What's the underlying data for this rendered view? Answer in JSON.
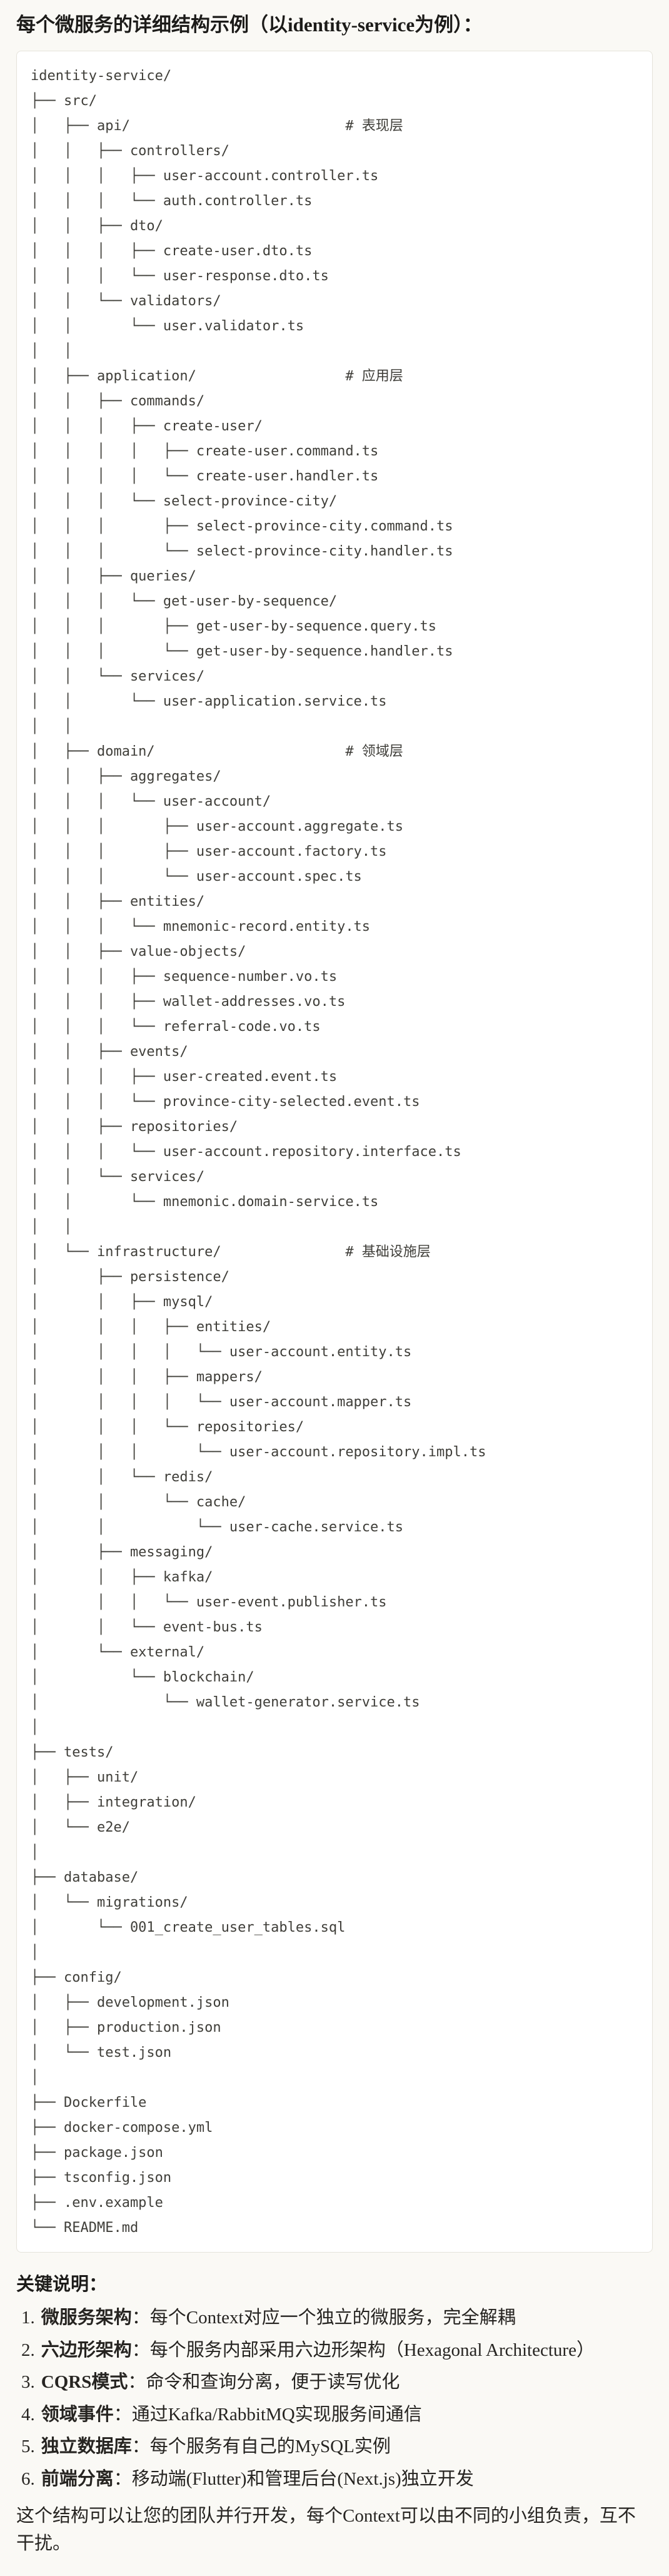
{
  "theme": {
    "page_bg": "#FAF9F5",
    "code_bg": "#FFFFFF",
    "code_border": "#E5E3DB",
    "body_text": "#262421",
    "code_text": "#3F3E39"
  },
  "title": "每个微服务的详细结构示例（以identity-service为例）：",
  "code_block": {
    "lines": [
      "identity-service/",
      "├── src/",
      "│   ├── api/                          # 表现层",
      "│   │   ├── controllers/",
      "│   │   │   ├── user-account.controller.ts",
      "│   │   │   └── auth.controller.ts",
      "│   │   ├── dto/",
      "│   │   │   ├── create-user.dto.ts",
      "│   │   │   └── user-response.dto.ts",
      "│   │   └── validators/",
      "│   │       └── user.validator.ts",
      "│   │",
      "│   ├── application/                  # 应用层",
      "│   │   ├── commands/",
      "│   │   │   ├── create-user/",
      "│   │   │   │   ├── create-user.command.ts",
      "│   │   │   │   └── create-user.handler.ts",
      "│   │   │   └── select-province-city/",
      "│   │   │       ├── select-province-city.command.ts",
      "│   │   │       └── select-province-city.handler.ts",
      "│   │   ├── queries/",
      "│   │   │   └── get-user-by-sequence/",
      "│   │   │       ├── get-user-by-sequence.query.ts",
      "│   │   │       └── get-user-by-sequence.handler.ts",
      "│   │   └── services/",
      "│   │       └── user-application.service.ts",
      "│   │",
      "│   ├── domain/                       # 领域层",
      "│   │   ├── aggregates/",
      "│   │   │   └── user-account/",
      "│   │   │       ├── user-account.aggregate.ts",
      "│   │   │       ├── user-account.factory.ts",
      "│   │   │       └── user-account.spec.ts",
      "│   │   ├── entities/",
      "│   │   │   └── mnemonic-record.entity.ts",
      "│   │   ├── value-objects/",
      "│   │   │   ├── sequence-number.vo.ts",
      "│   │   │   ├── wallet-addresses.vo.ts",
      "│   │   │   └── referral-code.vo.ts",
      "│   │   ├── events/",
      "│   │   │   ├── user-created.event.ts",
      "│   │   │   └── province-city-selected.event.ts",
      "│   │   ├── repositories/",
      "│   │   │   └── user-account.repository.interface.ts",
      "│   │   └── services/",
      "│   │       └── mnemonic.domain-service.ts",
      "│   │",
      "│   └── infrastructure/               # 基础设施层",
      "│       ├── persistence/",
      "│       │   ├── mysql/",
      "│       │   │   ├── entities/",
      "│       │   │   │   └── user-account.entity.ts",
      "│       │   │   ├── mappers/",
      "│       │   │   │   └── user-account.mapper.ts",
      "│       │   │   └── repositories/",
      "│       │   │       └── user-account.repository.impl.ts",
      "│       │   └── redis/",
      "│       │       └── cache/",
      "│       │           └── user-cache.service.ts",
      "│       ├── messaging/",
      "│       │   ├── kafka/",
      "│       │   │   └── user-event.publisher.ts",
      "│       │   └── event-bus.ts",
      "│       └── external/",
      "│           └── blockchain/",
      "│               └── wallet-generator.service.ts",
      "│",
      "├── tests/",
      "│   ├── unit/",
      "│   ├── integration/",
      "│   └── e2e/",
      "│",
      "├── database/",
      "│   └── migrations/",
      "│       └── 001_create_user_tables.sql",
      "│",
      "├── config/",
      "│   ├── development.json",
      "│   ├── production.json",
      "│   └── test.json",
      "│",
      "├── Dockerfile",
      "├── docker-compose.yml",
      "├── package.json",
      "├── tsconfig.json",
      "├── .env.example",
      "└── README.md"
    ]
  },
  "notes": {
    "heading": "关键说明：",
    "items": [
      {
        "num": "1.",
        "label": "微服务架构",
        "text": "：每个Context对应一个独立的微服务，完全解耦"
      },
      {
        "num": "2.",
        "label": "六边形架构",
        "text": "：每个服务内部采用六边形架构（Hexagonal Architecture）"
      },
      {
        "num": "3.",
        "label": "CQRS模式",
        "text": "：命令和查询分离，便于读写优化"
      },
      {
        "num": "4.",
        "label": "领域事件",
        "text": "：通过Kafka/RabbitMQ实现服务间通信"
      },
      {
        "num": "5.",
        "label": "独立数据库",
        "text": "：每个服务有自己的MySQL实例"
      },
      {
        "num": "6.",
        "label": "前端分离",
        "text": "：移动端(Flutter)和管理后台(Next.js)独立开发"
      }
    ]
  },
  "footer": "这个结构可以让您的团队并行开发，每个Context可以由不同的小组负责，互不干扰。"
}
